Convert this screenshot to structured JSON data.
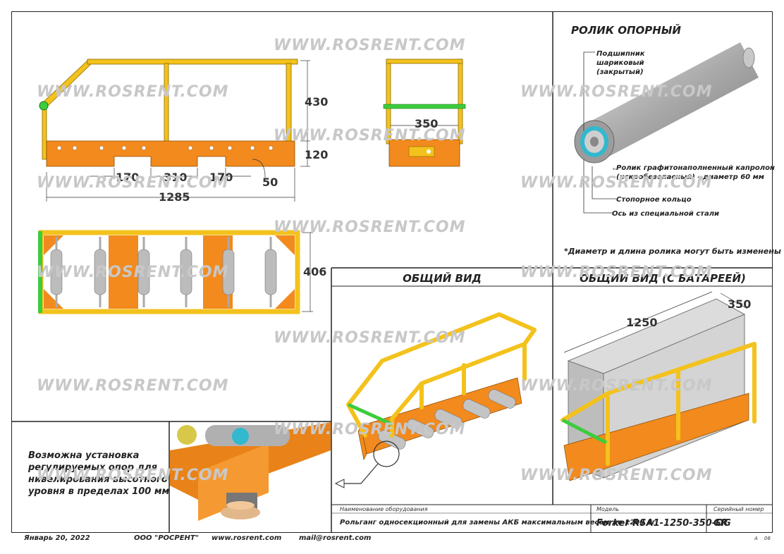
{
  "watermark": "WWW.ROSRENT.COM",
  "dims": {
    "d430": "430",
    "d120": "120",
    "d170a": "170",
    "d310": "310",
    "d170b": "170",
    "d50": "50",
    "d1285": "1285",
    "d350": "350",
    "d406": "406",
    "d1250": "1250",
    "d350b": "350"
  },
  "roller": {
    "title": "РОЛИК ОПОРНЫЙ",
    "bearing": [
      "Подшипник",
      "шариковый",
      "(закрытый)"
    ],
    "roller_desc": [
      "Ролик графитонаполненный капролон",
      "(искробезопасный) - диаметр 60 мм"
    ],
    "ring": "Стопорное кольцо",
    "axle": "Ось из специальной стали",
    "footnote": "*Диаметр и длина ролика могут быть изменены"
  },
  "views": {
    "general": "ОБЩИЙ ВИД",
    "general_battery": "ОБЩИЙ ВИД (С БАТАРЕЕЙ)"
  },
  "feet_note": [
    "Возможна установка",
    "регулируемых опор для",
    "нивелирования высотного",
    "уровня в пределах 100 мм"
  ],
  "title_block": {
    "name_label": "Наименование оборудования",
    "name_value": "Рольганг односекционный для замены АКБ максимальным весом до 1200 кг",
    "model_label": "Модель",
    "model_value": "Forker RSA1-1250-350-OG",
    "serial_label": "Серийный номер",
    "serial_value": "GR",
    "sheet_a": "А",
    "sheet_b": "06"
  },
  "footer": {
    "date": "Январь 20, 2022",
    "company": "ООО \"РОСРЕНТ\"",
    "site": "www.rosrent.com",
    "mail": "mail@rosrent.com"
  },
  "colors": {
    "orange": "#f28a1e",
    "yellow": "#f3c21c",
    "green": "#3dcc3d",
    "gray": "#b9b9b9"
  }
}
